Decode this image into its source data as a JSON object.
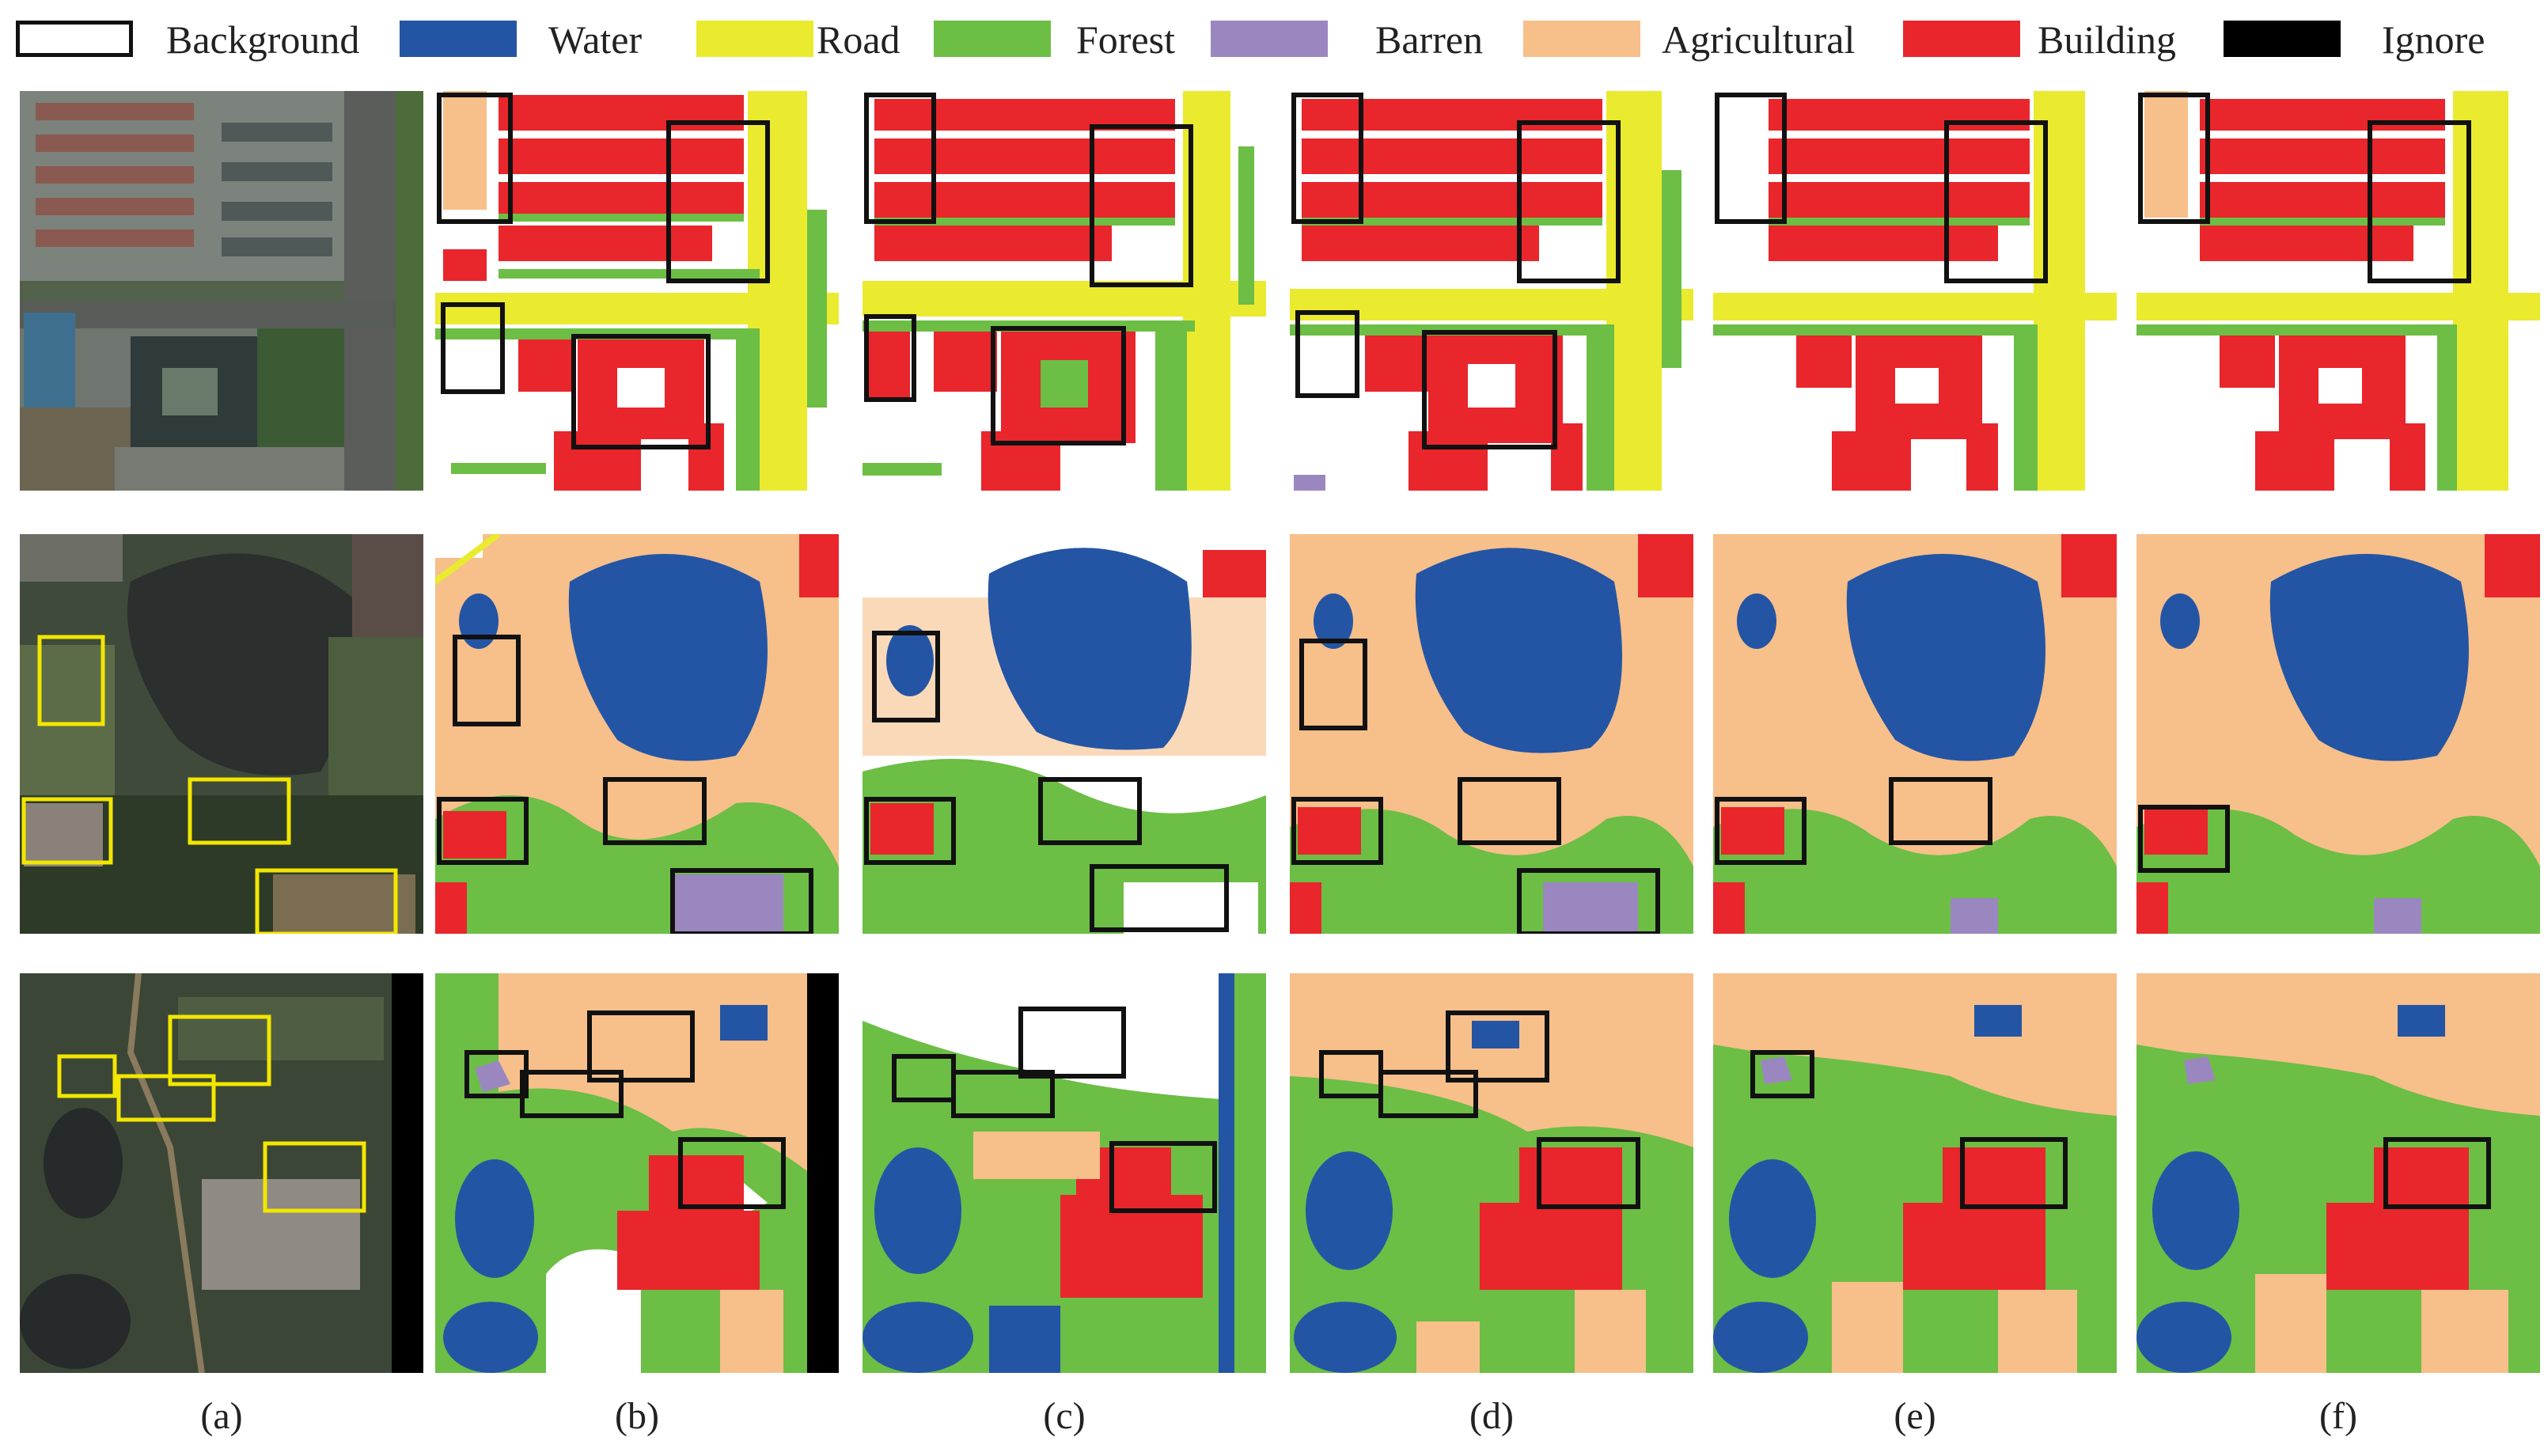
{
  "legend": [
    {
      "label": "Background",
      "color": "#ffffff",
      "outlined": true
    },
    {
      "label": "Water",
      "color": "#2455a4"
    },
    {
      "label": "Road",
      "color": "#eaea2f"
    },
    {
      "label": "Forest",
      "color": "#6cbe45"
    },
    {
      "label": "Barren",
      "color": "#9b87c0"
    },
    {
      "label": "Agricultural",
      "color": "#f7bf8a"
    },
    {
      "label": "Building",
      "color": "#e8262c"
    },
    {
      "label": "Ignore",
      "color": "#000000"
    }
  ],
  "column_labels": [
    "(a)",
    "(b)",
    "(c)",
    "(d)",
    "(e)",
    "(f)"
  ],
  "highlight_box_colors": {
    "aerial": "#f2e600",
    "map": "#111111"
  }
}
